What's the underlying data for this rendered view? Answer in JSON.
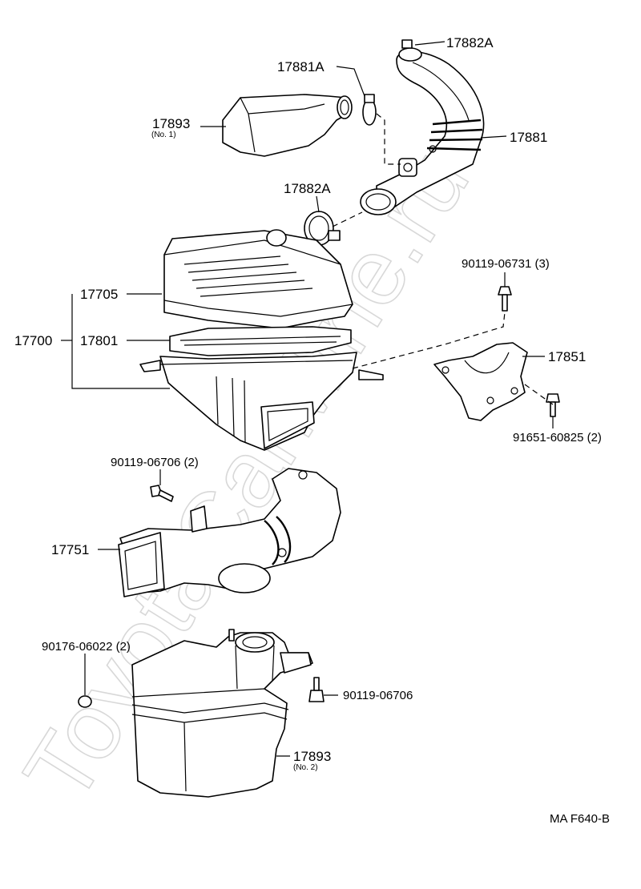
{
  "watermark": "ToyotaCarMine.ru",
  "diagram_ref": "MA F640-B",
  "labels": {
    "p17882a_top": "17882A",
    "p17881a": "17881A",
    "p17893_no1": "17893",
    "p17893_no1_sub": "(No. 1)",
    "p17881": "17881",
    "p17882a_mid": "17882A",
    "p90119_06731": "90119-06731 (3)",
    "p17705": "17705",
    "p17700": "17700",
    "p17801": "17801",
    "p17851": "17851",
    "p91651_60825": "91651-60825 (2)",
    "p90119_06706_2": "90119-06706 (2)",
    "p17751": "17751",
    "p90176_06022": "90176-06022 (2)",
    "p90119_06706": "90119-06706",
    "p17893_no2": "17893",
    "p17893_no2_sub": "(No. 2)"
  }
}
